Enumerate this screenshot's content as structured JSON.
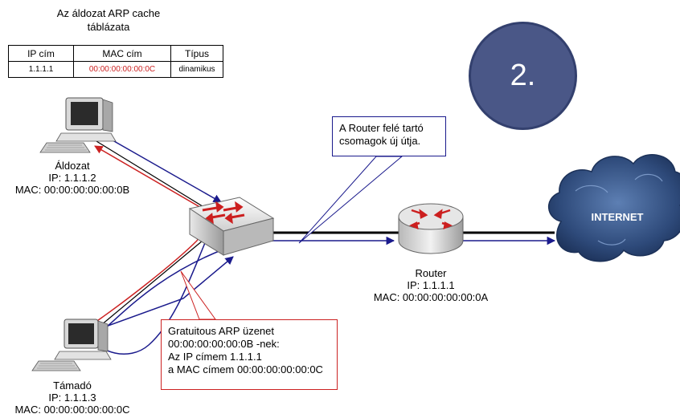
{
  "arp_cache": {
    "title_line1": "Az áldozat ARP cache",
    "title_line2": "táblázata",
    "headers": [
      "IP cím",
      "MAC cím",
      "Típus"
    ],
    "row": {
      "ip": "1.1.1.1",
      "mac": "00:00:00:00:00:0C",
      "type": "dinamikus"
    }
  },
  "step": "2.",
  "victim": {
    "name": "Áldozat",
    "ip": "IP: 1.1.1.2",
    "mac": "MAC: 00:00:00:00:00:0B"
  },
  "attacker": {
    "name": "Támadó",
    "ip": "IP: 1.1.1.3",
    "mac": "MAC: 00:00:00:00:00:0C"
  },
  "router": {
    "name": "Router",
    "ip": "IP: 1.1.1.1",
    "mac": "MAC: 00:00:00:00:00:0A"
  },
  "internet_label": "INTERNET",
  "router_callout": {
    "line1": "A Router felé tartó",
    "line2": "csomagok új útja."
  },
  "arp_callout": {
    "line1": "Gratuitous ARP üzenet",
    "line2": "00:00:00:00:00:0B -nek:",
    "line3": "Az IP címem 1.1.1.1",
    "line4": "a MAC címem 00:00:00:00:00:0C"
  },
  "colors": {
    "badge": "#4a5787",
    "blue_path": "#1a1a8c",
    "red_path": "#cc2222",
    "cloud": "#2e4a7a"
  }
}
